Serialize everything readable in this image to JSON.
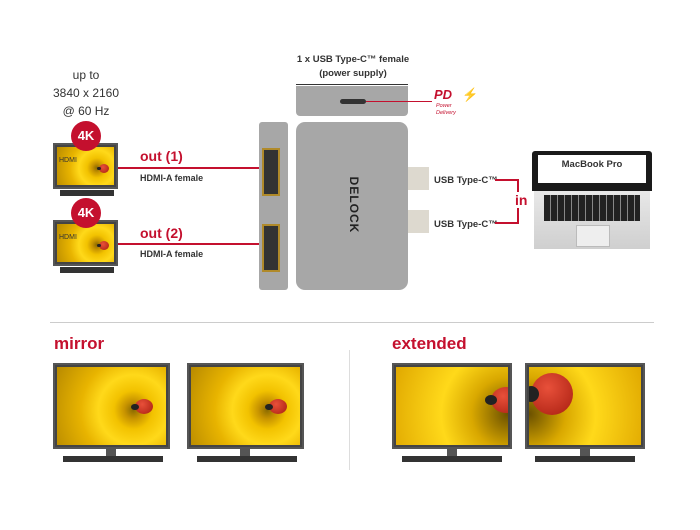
{
  "resolution": {
    "line1": "up to",
    "line2": "3840 x 2160",
    "line3": "@ 60 Hz"
  },
  "monitors_top": [
    {
      "badge": "4K",
      "screen_label": "HDMI",
      "output": "out (1)",
      "connector": "HDMI-A female"
    },
    {
      "badge": "4K",
      "screen_label": "HDMI",
      "output": "out (2)",
      "connector": "HDMI-A female"
    }
  ],
  "power": {
    "line1": "1 x USB Type-C™ female",
    "line2": "(power supply)",
    "pd_logo": "PD",
    "pd_line1": "Power",
    "pd_line2": "Delivery"
  },
  "device": {
    "brand": "DELOCK"
  },
  "inputs": {
    "port1": "USB Type-C™",
    "port2": "USB Type-C™",
    "label": "in"
  },
  "laptop": {
    "screen_label": "MacBook Pro"
  },
  "modes": {
    "mirror": "mirror",
    "extended": "extended"
  },
  "colors": {
    "accent": "#c4102e",
    "device": "#a7a7a7"
  }
}
